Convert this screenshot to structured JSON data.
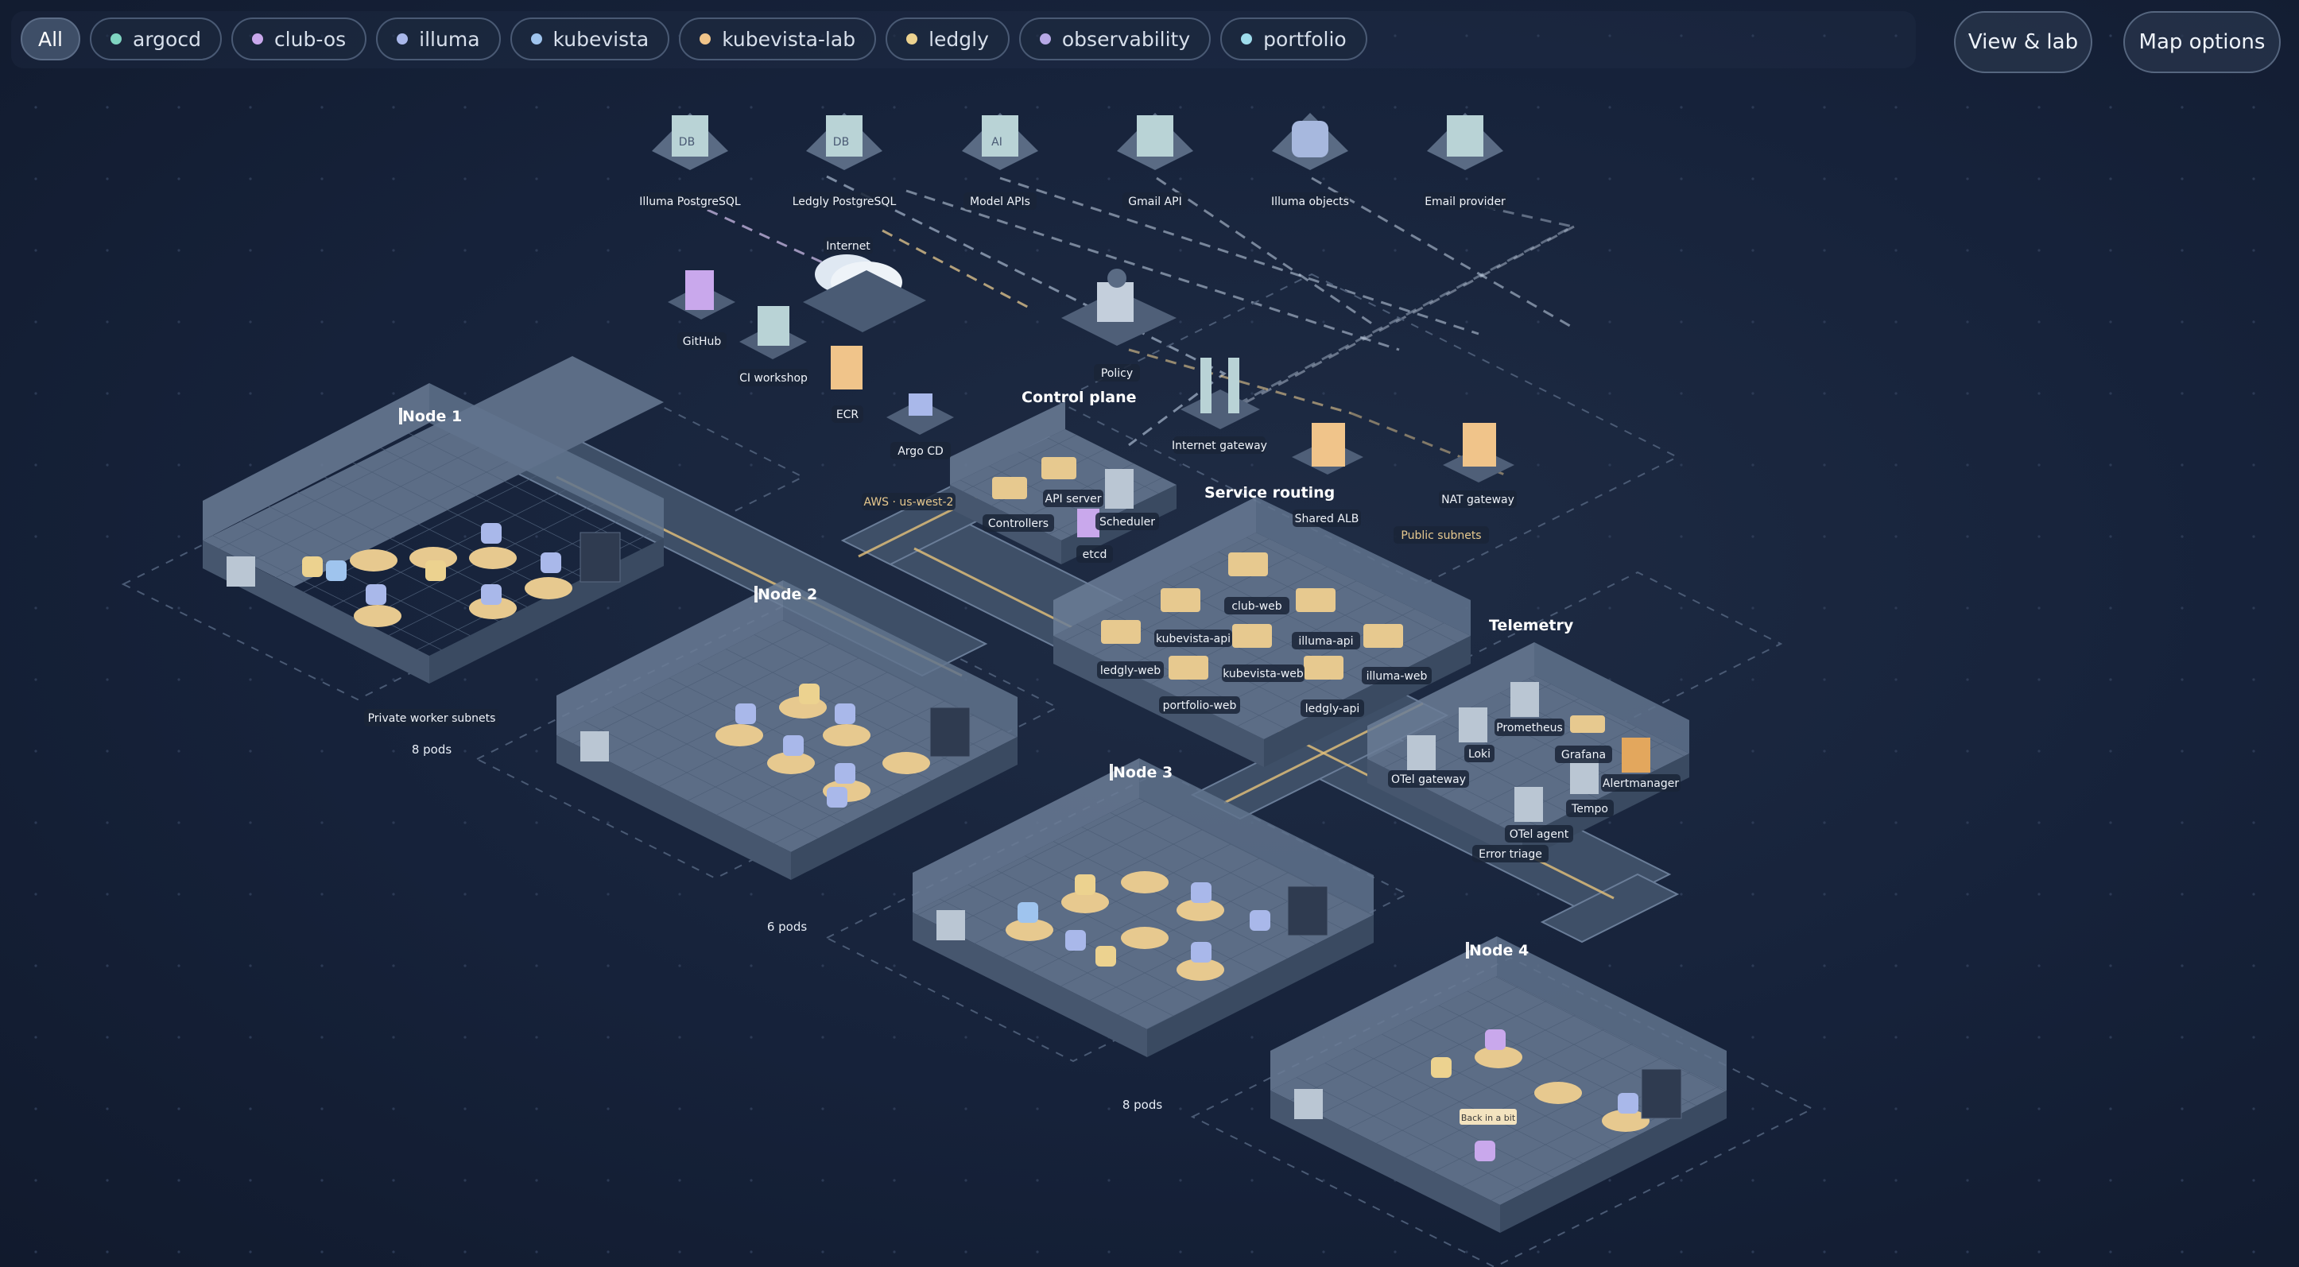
{
  "filters": [
    {
      "label": "All",
      "active": true,
      "color": ""
    },
    {
      "label": "argocd",
      "color": "#7fd4c1"
    },
    {
      "label": "club-os",
      "color": "#c9a8ec"
    },
    {
      "label": "illuma",
      "color": "#a9b8ea"
    },
    {
      "label": "kubevista",
      "color": "#9fc4ee"
    },
    {
      "label": "kubevista-lab",
      "color": "#f0c48a"
    },
    {
      "label": "ledgly",
      "color": "#ecd28f"
    },
    {
      "label": "observability",
      "color": "#b6a8e6"
    },
    {
      "label": "portfolio",
      "color": "#9edcec"
    }
  ],
  "buttons": {
    "view_lab": "View & lab",
    "map_options": "Map options"
  },
  "external": {
    "illuma_pg": "Illuma PostgreSQL",
    "ledgly_pg": "Ledgly PostgreSQL",
    "model_apis": "Model APIs",
    "gmail_api": "Gmail API",
    "illuma_objects": "Illuma objects",
    "email_provider": "Email provider",
    "db_glyph": "DB",
    "ai_glyph": "AI"
  },
  "infra": {
    "internet": "Internet",
    "github": "GitHub",
    "ci": "CI workshop",
    "ecr": "ECR",
    "argocd": "Argo CD",
    "policy": "Policy",
    "internet_gateway": "Internet gateway",
    "shared_alb": "Shared ALB",
    "nat_gateway": "NAT gateway",
    "public_subnets": "Public subnets",
    "aws_region": "AWS · us-west-2",
    "private_subnets": "Private worker subnets"
  },
  "control_plane": {
    "title": "Control plane",
    "api_server": "API server",
    "controllers": "Controllers",
    "scheduler": "Scheduler",
    "etcd": "etcd"
  },
  "routing": {
    "title": "Service routing",
    "services": [
      "club-web",
      "kubevista-api",
      "illuma-api",
      "ledgly-web",
      "kubevista-web",
      "illuma-web",
      "portfolio-web",
      "ledgly-api"
    ]
  },
  "telemetry": {
    "title": "Telemetry",
    "prometheus": "Prometheus",
    "loki": "Loki",
    "grafana": "Grafana",
    "otel_gateway": "OTel gateway",
    "alertmanager": "Alertmanager",
    "tempo": "Tempo",
    "otel_agent": "OTel agent",
    "error_triage": "Error triage"
  },
  "nodes": [
    {
      "title": "Node 1",
      "pods": "8 pods"
    },
    {
      "title": "Node 2",
      "pods": "6 pods"
    },
    {
      "title": "Node 3",
      "pods": "8 pods"
    },
    {
      "title": "Node 4",
      "pods": ""
    }
  ],
  "tooltip": "Back in a bit"
}
